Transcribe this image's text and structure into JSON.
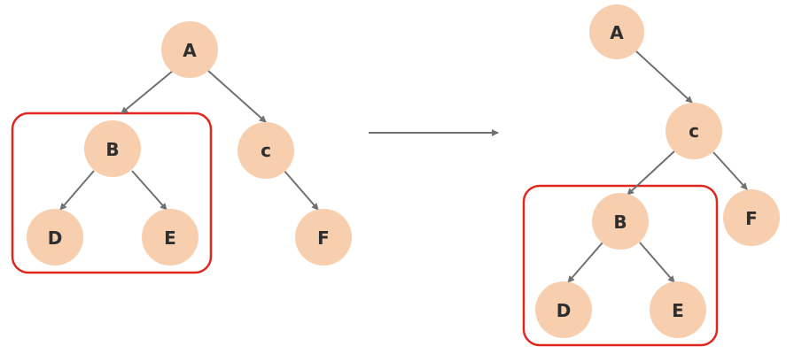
{
  "colors": {
    "node_fill": "#f8cfae",
    "node_text": "#2e2e2e",
    "edge": "#707070",
    "highlight": "#e0261f"
  },
  "left_tree": {
    "nodes": {
      "A": "A",
      "B": "B",
      "C": "c",
      "D": "D",
      "E": "E",
      "F": "F"
    }
  },
  "right_tree": {
    "nodes": {
      "A": "A",
      "C": "c",
      "F": "F",
      "B": "B",
      "D": "D",
      "E": "E"
    }
  }
}
